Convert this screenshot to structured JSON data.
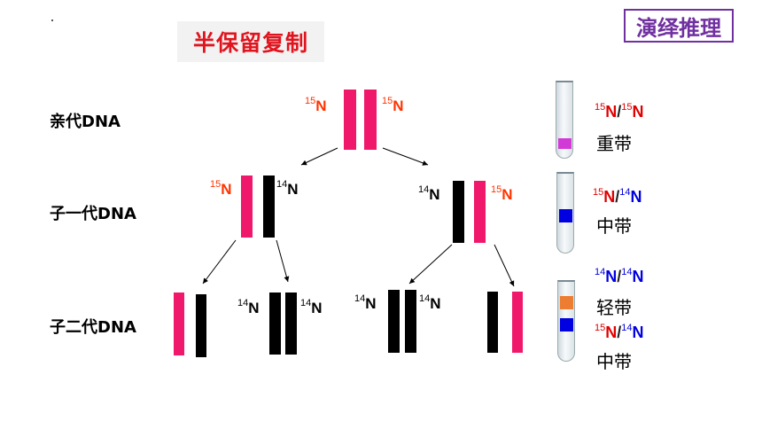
{
  "title": "半保留复制",
  "badge": "演绎推理",
  "generations": {
    "parent": "亲代DNA",
    "first": "子一代DNA",
    "second": "子二代DNA"
  },
  "isotopes": {
    "heavy": "15",
    "light": "14",
    "element": "N"
  },
  "bands": {
    "heavy_label": "重带",
    "middle_label": "中带",
    "light_label": "轻带"
  },
  "colors": {
    "title": "#e0141e",
    "badge": "#7030a0",
    "heavy_strand": "#f0186a",
    "light_strand": "#000000",
    "heavy_band": "#d23ad8",
    "middle_band": "#0000e0",
    "light_band": "#ed7d31"
  }
}
